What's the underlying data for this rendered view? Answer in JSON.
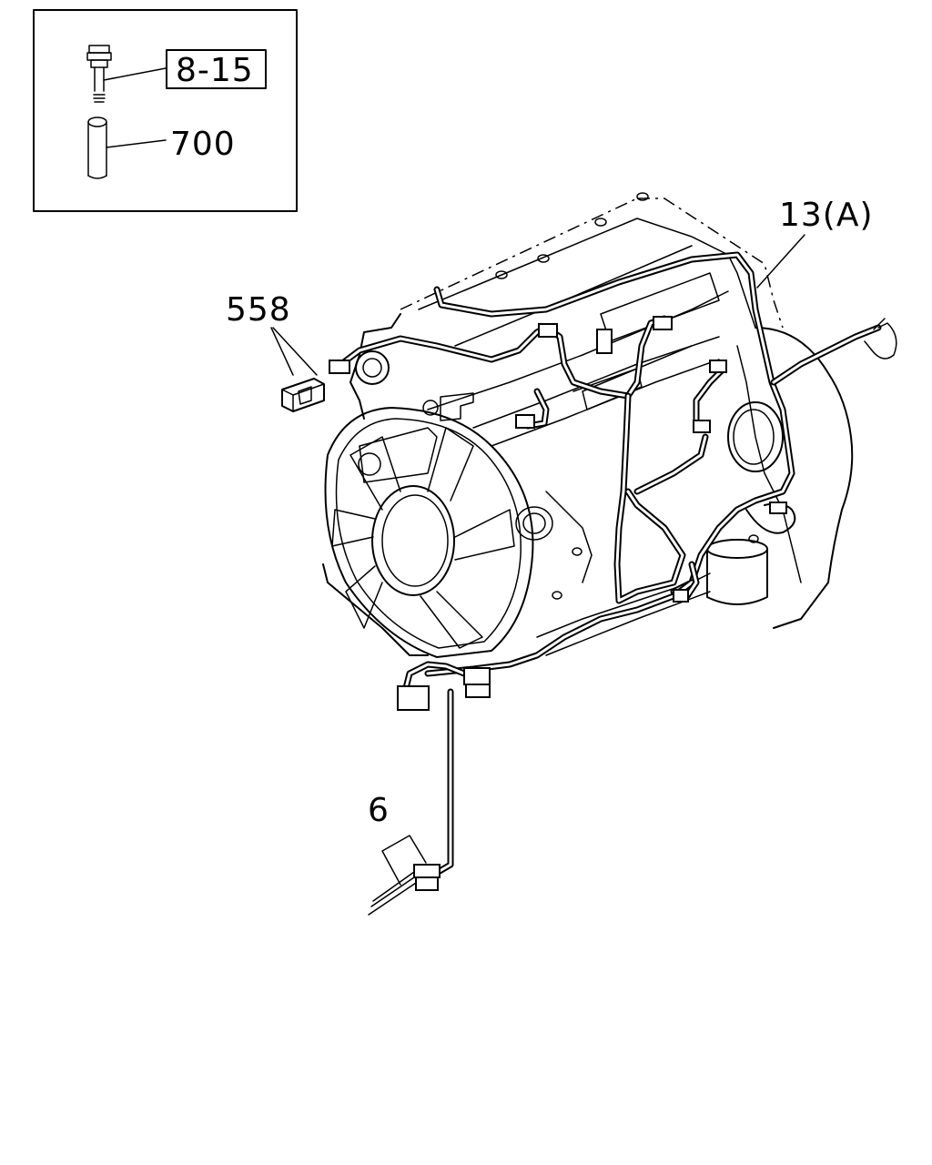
{
  "inset": {
    "bolt_ref": "8-15",
    "pipe_ref": "700"
  },
  "callouts": {
    "harness": "13(A)",
    "clip": "558",
    "sub_harness": "6"
  }
}
